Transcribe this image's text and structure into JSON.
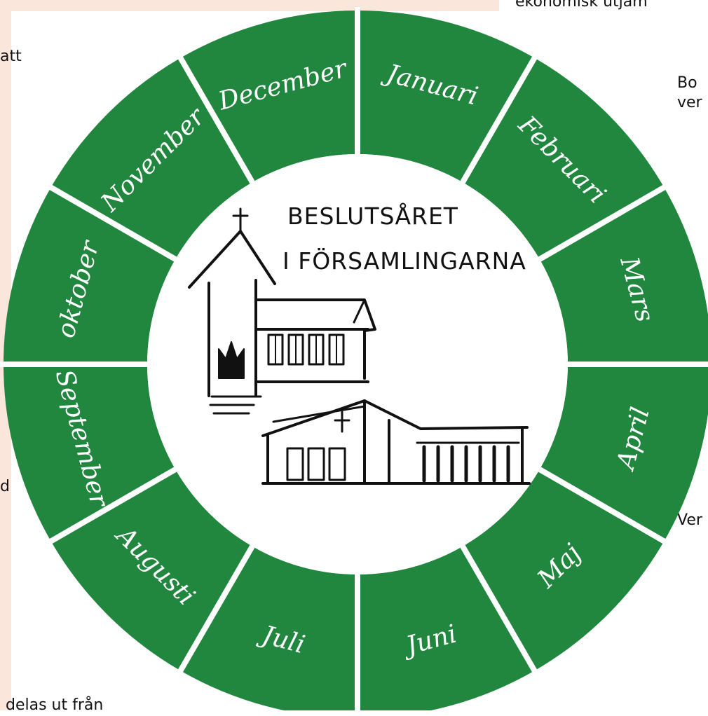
{
  "background_text": {
    "top": "ekonomisk utjäm",
    "left_top": "att",
    "right_1": "Bo",
    "right_2": "ver",
    "left_mid": "d",
    "right_bottom": "Ver",
    "bottom": "delas ut från"
  },
  "wheel": {
    "months": [
      "Januari",
      "Februari",
      "Mars",
      "April",
      "Maj",
      "Juni",
      "Juli",
      "Augusti",
      "September",
      "oktober",
      "November",
      "December"
    ],
    "title_line1": "BESLUTSÅRET",
    "title_line2": "I FÖRSAMLINGARNA",
    "colors": {
      "segment": "#21873f",
      "divider": "#ffffff",
      "center": "#ffffff",
      "ink": "#111111"
    }
  }
}
